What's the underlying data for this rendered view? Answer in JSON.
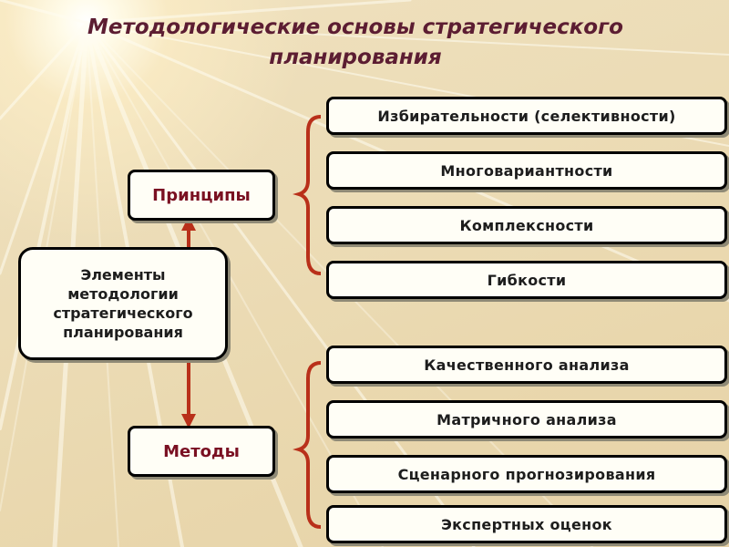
{
  "title": "Методологические основы стратегического\nпланирования",
  "title_line1": "Методологические основы стратегического",
  "title_line2": "планирования",
  "center_box": {
    "line1": "Элементы",
    "line2": "методологии",
    "line3": "стратегического",
    "line4": "планирования"
  },
  "principles": {
    "label": "Принципы",
    "items": [
      "Избирательности (селективности)",
      "Многовариантности",
      "Комплексности",
      "Гибкости"
    ]
  },
  "methods": {
    "label": "Методы",
    "items": [
      "Качественного анализа",
      "Матричного анализа",
      "Сценарного прогнозирования",
      "Экспертных оценок"
    ]
  },
  "colors": {
    "title": "#5c1d32",
    "box_label": "#7a1022",
    "arrow": "#b9301a",
    "bracket": "#b9301a"
  }
}
